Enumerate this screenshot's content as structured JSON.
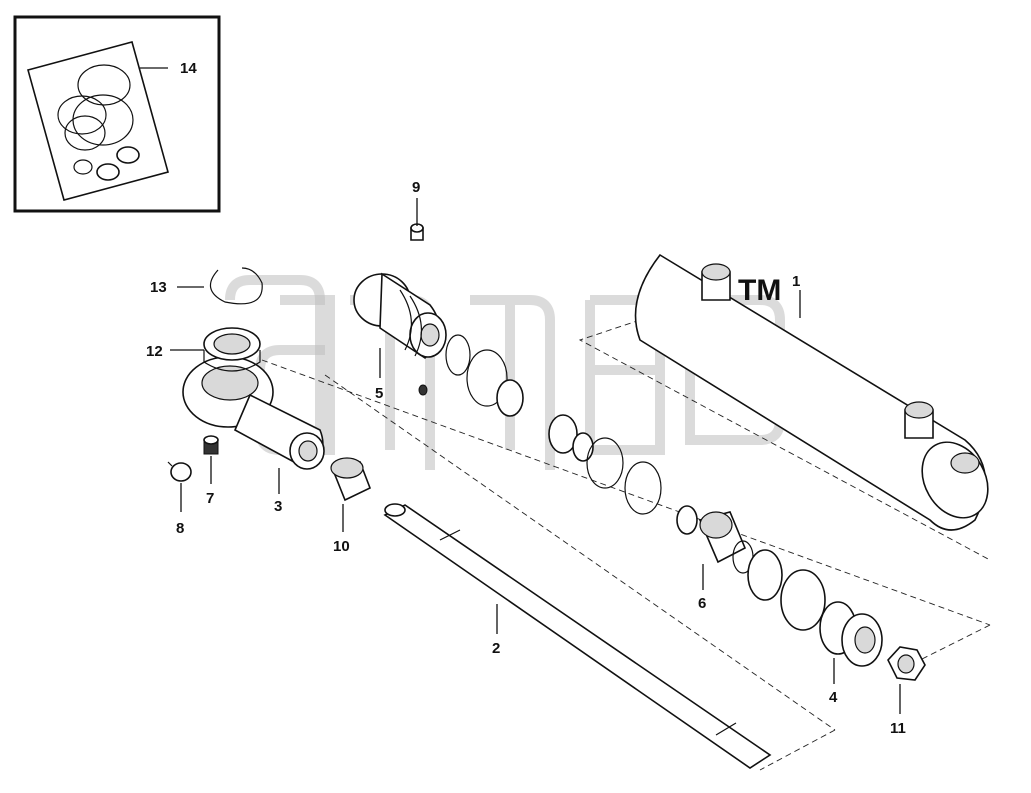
{
  "watermark_text": "TM",
  "parts": [
    {
      "id": "p1",
      "number": "1"
    },
    {
      "id": "p2",
      "number": "2"
    },
    {
      "id": "p3",
      "number": "3"
    },
    {
      "id": "p4",
      "number": "4"
    },
    {
      "id": "p5",
      "number": "5"
    },
    {
      "id": "p6",
      "number": "6"
    },
    {
      "id": "p7",
      "number": "7"
    },
    {
      "id": "p8",
      "number": "8"
    },
    {
      "id": "p9",
      "number": "9"
    },
    {
      "id": "p10",
      "number": "10"
    },
    {
      "id": "p11",
      "number": "11"
    },
    {
      "id": "p12",
      "number": "12"
    },
    {
      "id": "p13",
      "number": "13"
    },
    {
      "id": "p14",
      "number": "14"
    }
  ]
}
